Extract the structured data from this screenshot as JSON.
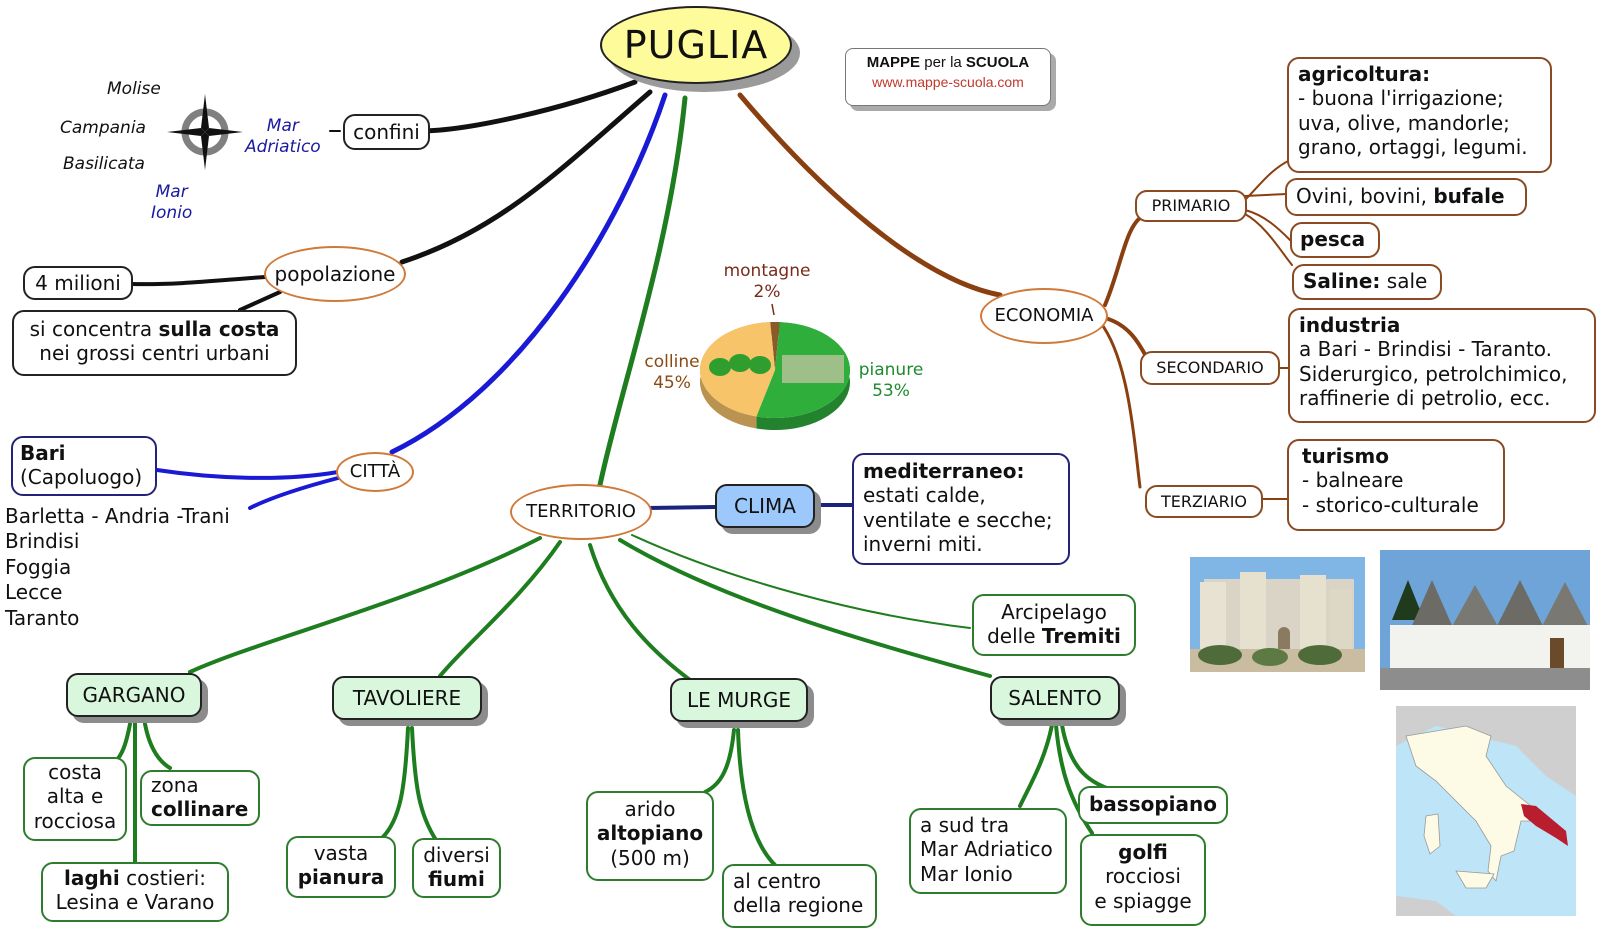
{
  "title": "PUGLIA",
  "brand": {
    "line1_bold1": "MAPPE",
    "line1_mid": " per la ",
    "line1_bold2": "SCUOLA",
    "url": "www.mappe-scuola.com"
  },
  "confini": {
    "label": "confini",
    "compass_labels": {
      "north": "Molise",
      "west": "Campania",
      "south": "Basilicata"
    },
    "seas": {
      "east": [
        "Mar",
        "Adriatico"
      ],
      "south": [
        "Mar",
        "Ionio"
      ]
    }
  },
  "popolazione": {
    "label": "popolazione",
    "count": "4 milioni",
    "distribution": {
      "pre": "si concentra ",
      "bold": "sulla costa",
      "line2": "nei grossi centri urbani"
    }
  },
  "citta": {
    "label": "CITTÀ",
    "capital": {
      "name": "Bari",
      "note": "(Capoluogo)"
    },
    "others": [
      "Barletta - Andria -Trani",
      "Brindisi",
      "Foggia",
      "Lecce",
      "Taranto"
    ]
  },
  "chart_data": {
    "type": "pie",
    "title": "Territorio",
    "categories": [
      "montagne",
      "colline",
      "pianure"
    ],
    "values": [
      2,
      45,
      53
    ],
    "labels": [
      "montagne 2%",
      "colline 45%",
      "pianure 53%"
    ],
    "colors": [
      "#8a5a2a",
      "#f7c46a",
      "#2fae3c"
    ]
  },
  "territorio": {
    "label": "TERRITORIO",
    "clima": {
      "label": "CLIMA",
      "title": "mediterraneo:",
      "lines": [
        "estati calde,",
        "ventilate e secche;",
        "inverni miti."
      ]
    },
    "tremiti": {
      "line1": "Arcipelago",
      "pre": "delle ",
      "bold": "Tremiti"
    },
    "zones": {
      "gargano": {
        "label": "GARGANO",
        "costa": [
          "costa",
          "alta e",
          "rocciosa"
        ],
        "zona": {
          "line1": "zona",
          "bold": "collinare"
        },
        "laghi": {
          "bold": "laghi",
          "rest": " costieri:",
          "line2": "Lesina e Varano"
        }
      },
      "tavoliere": {
        "label": "TAVOLIERE",
        "vasta": {
          "line1": "vasta",
          "bold": "pianura"
        },
        "fiumi": {
          "line1": "diversi",
          "bold": "fiumi"
        }
      },
      "murge": {
        "label": "LE MURGE",
        "arido": {
          "line1": "arido",
          "bold": "altopiano",
          "line3": "(500 m)"
        },
        "centro": [
          "al centro",
          "della regione"
        ]
      },
      "salento": {
        "label": "SALENTO",
        "sud": [
          "a sud tra",
          "Mar Adriatico",
          "Mar Ionio"
        ],
        "bassopiano": "bassopiano",
        "golfi": {
          "bold": "golfi",
          "line2": "rocciosi",
          "line3": "e spiagge"
        }
      }
    }
  },
  "economia": {
    "label": "ECONOMIA",
    "primario": {
      "label": "PRIMARIO",
      "agricoltura": {
        "title": "agricoltura:",
        "lines": [
          "- buona l'irrigazione;",
          "uva, olive, mandorle;",
          "grano, ortaggi, legumi."
        ]
      },
      "allevamento": {
        "pre": "Ovini, bovini, ",
        "bold": "bufale"
      },
      "pesca": "pesca",
      "saline": {
        "bold": "Saline:",
        "rest": " sale"
      }
    },
    "secondario": {
      "label": "SECONDARIO",
      "title": "industria",
      "lines": [
        "a Bari - Brindisi - Taranto.",
        "Siderurgico, petrolchimico,",
        "raffinerie di petrolio, ecc."
      ]
    },
    "terziario": {
      "label": "TERZIARIO",
      "title": "turismo",
      "lines": [
        "- balneare",
        "- storico-culturale"
      ]
    }
  },
  "images": {
    "castle": "Castel del Monte photo",
    "trulli": "Trulli di Alberobello photo",
    "map": "Map of Italy with Puglia highlighted"
  },
  "colors": {
    "black_branch": "#111111",
    "blue_branch": "#1a1ad6",
    "green_branch": "#1e7d1e",
    "brown_branch": "#8a3f10",
    "title_fill": "#fdfb9a",
    "clima_fill": "#9cc8fb",
    "zone_fill": "#d9f7dc",
    "puglia_red": "#b81e2e"
  }
}
